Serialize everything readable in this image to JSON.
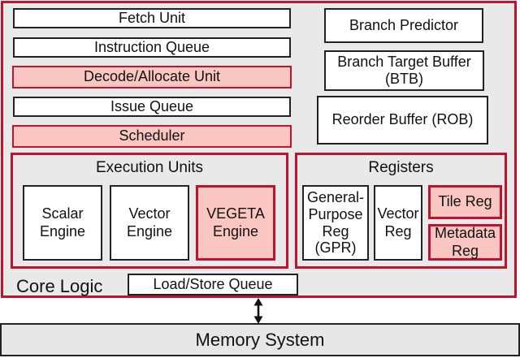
{
  "colors": {
    "red_border": "#c1132d",
    "pink_fill": "#fac6c2",
    "core_background": "#e9e9e9",
    "memory_background": "#e7e7e7",
    "box_border": "#222222"
  },
  "core": {
    "label": "Core Logic",
    "pipeline": {
      "fetch_unit": "Fetch Unit",
      "instruction_queue": "Instruction Queue",
      "decode_allocate": "Decode/Allocate Unit",
      "issue_queue": "Issue Queue",
      "scheduler": "Scheduler"
    },
    "branch": {
      "branch_predictor": "Branch Predictor",
      "btb": "Branch Target Buffer (BTB)",
      "rob": "Reorder Buffer (ROB)"
    },
    "execution_units": {
      "title": "Execution Units",
      "scalar": "Scalar Engine",
      "vector": "Vector Engine",
      "vegeta": "VEGETA Engine"
    },
    "registers": {
      "title": "Registers",
      "gpr": "General-Purpose Reg (GPR)",
      "vector_reg": "Vector Reg",
      "tile_reg": "Tile Reg",
      "metadata_reg": "Metadata Reg"
    },
    "load_store_queue": "Load/Store Queue"
  },
  "memory_system": "Memory System"
}
